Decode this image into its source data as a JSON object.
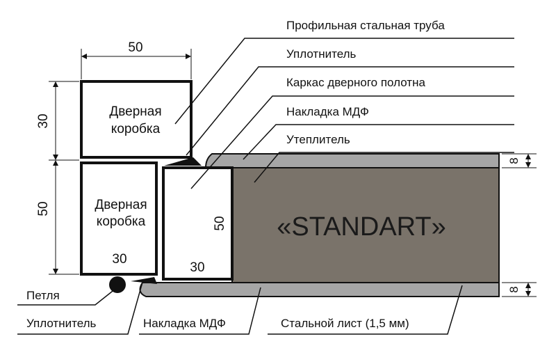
{
  "diagram": {
    "callouts": {
      "profile_pipe": "Профильная стальная труба",
      "seal_top": "Уплотнитель",
      "door_frame_carcass": "Каркас дверного полотна",
      "mdf_panel_top": "Накладка МДФ",
      "insulation": "Утеплитель",
      "hinge": "Петля",
      "seal_bottom": "Уплотнитель",
      "mdf_panel_bottom": "Накладка МДФ",
      "steel_sheet": "Стальной лист (1,5 мм)"
    },
    "boxes": {
      "door_box_top": [
        "Дверная",
        "коробка"
      ],
      "door_box_bottom": [
        "Дверная",
        "коробка"
      ],
      "product_name": "«STANDART»"
    },
    "dimensions": {
      "top_width": "50",
      "left_upper_height": "30",
      "left_lower_height": "50",
      "box_bottom_width": "30",
      "carcass_height": "50",
      "carcass_width": "30",
      "right_top_thickness": "8",
      "right_bottom_thickness": "8"
    },
    "colors": {
      "outline": "#111111",
      "mdf_gray": "#a6a6a6",
      "insulation_gray": "#7a736a",
      "background": "#ffffff"
    }
  }
}
